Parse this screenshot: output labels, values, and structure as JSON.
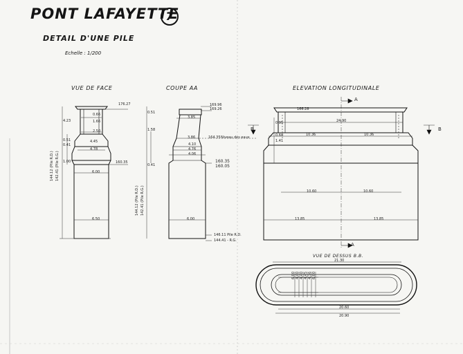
{
  "sheet": {
    "title": "PONT LAFAYETTE",
    "plate_number": "7",
    "subtitle": "DETAIL D'UNE PILE",
    "scale": "Echelle : 1/200"
  },
  "views": {
    "front": "VUE DE FACE",
    "section": "COUPE AA",
    "elevation": "ELEVATION LONGITUDINALE",
    "top": "VUE DE DESSUS B.B."
  },
  "front_view": {
    "top_level": "176.27",
    "dims": [
      "0.66",
      "1.66",
      "2.50",
      "4.45",
      "4.78",
      "6.00",
      "6.50",
      "0.51",
      "0.41",
      "4.23",
      "1.00"
    ],
    "level_1": "160.35",
    "left_notes": [
      "144.12 (Pile R.D.)",
      "142.41 (Pile R.G.)"
    ]
  },
  "section_view": {
    "levels_top": [
      "169.96",
      "169.26"
    ],
    "dims": [
      "3.85",
      "3.86",
      "4.10",
      "4.76",
      "6.00",
      "4.06",
      "0.51",
      "0.41",
      "1.58"
    ],
    "level_water": "164.35",
    "water_note": "Niveau des eaux",
    "levels_mid": [
      "160.35",
      "160.05"
    ],
    "levels_bottom": [
      "146.11  Pile R.D.",
      "144.41  -  R.G."
    ],
    "left_notes": [
      "144.12 (Pile R.D.)",
      "142.41 (Pile R.G.)"
    ]
  },
  "elevation_view": {
    "top_level": "166.28",
    "dims": [
      "24.90",
      "10.36",
      "10.36",
      "10.60",
      "10.60",
      "13.85",
      "13.85",
      "0.95",
      "0.60",
      "1.41"
    ],
    "section_marks": [
      "A",
      "A",
      "B",
      "B"
    ]
  },
  "top_view": {
    "dims": [
      "21.30",
      "20.60",
      "20.90"
    ],
    "stack": [
      "6.00",
      "4.40",
      "4.40",
      "4.45",
      "4.76",
      "6.00"
    ]
  }
}
